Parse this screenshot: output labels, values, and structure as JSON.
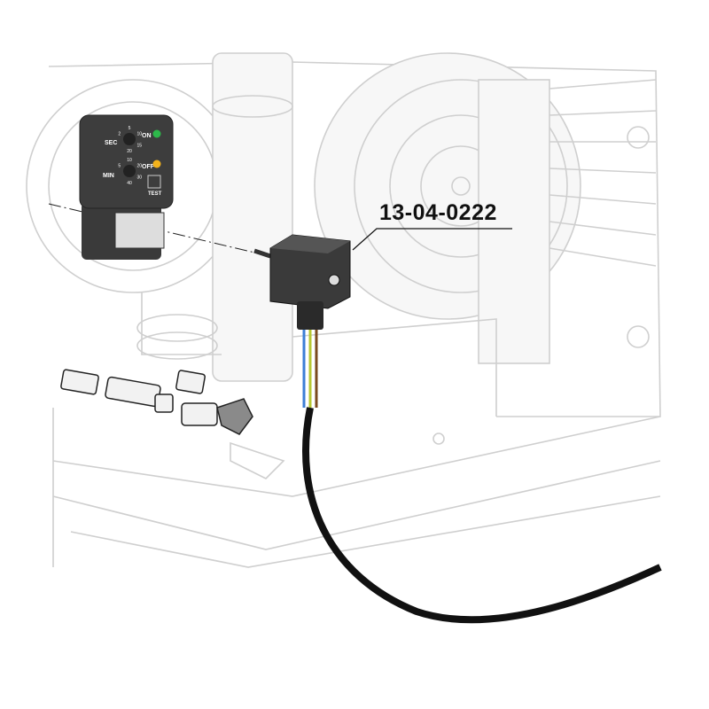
{
  "callout": {
    "part_number": "13-04-0222"
  },
  "timer_device": {
    "sec_label": "SEC",
    "min_label": "MIN",
    "on_label": "ON",
    "off_label": "OFF",
    "test_label": "TEST",
    "sec_scale": [
      "2",
      "5",
      "10",
      "15",
      "20"
    ],
    "min_scale": [
      "5",
      "10",
      "20",
      "30",
      "40"
    ],
    "on_led_color": "#2db84a",
    "off_led_color": "#f2b21c"
  },
  "cable": {
    "wire_colors": [
      "#3d7fd6",
      "#b7c832",
      "#7a4a1e"
    ],
    "jacket_color": "#111111"
  }
}
